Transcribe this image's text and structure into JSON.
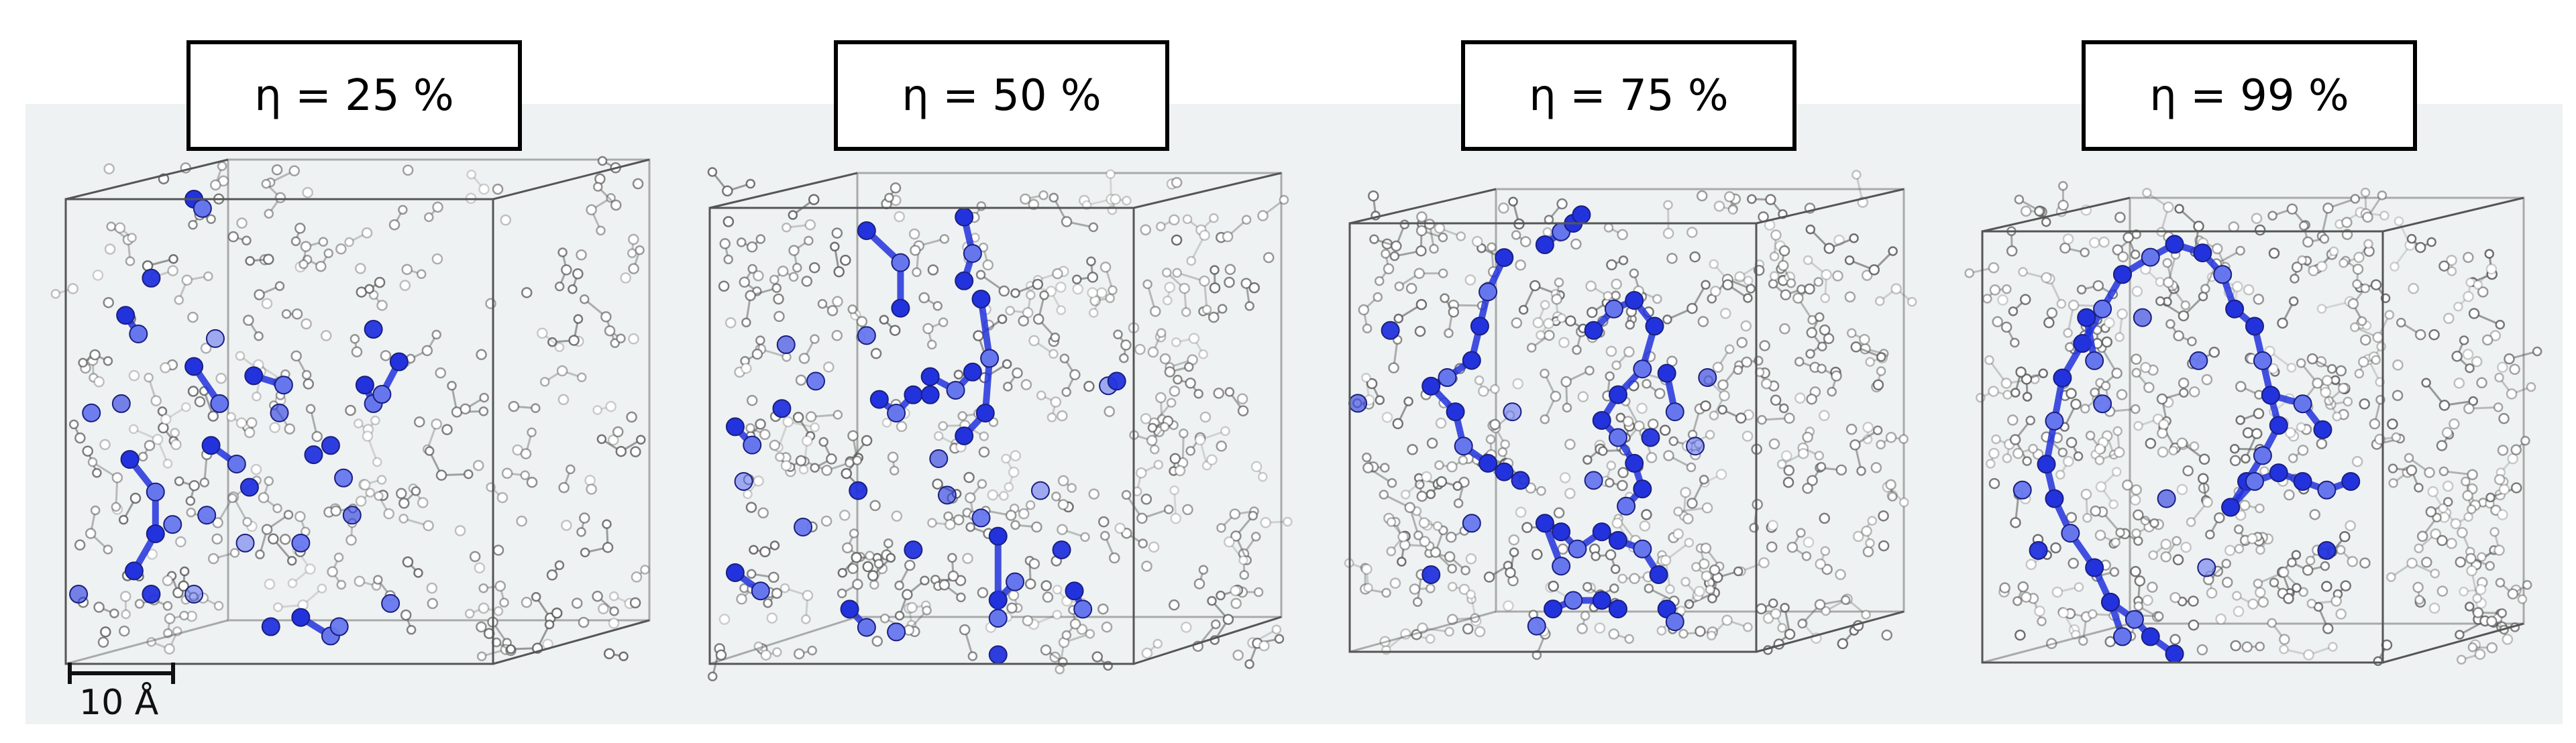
{
  "panels": [
    {
      "label": "η = 25 %",
      "percolation_fraction": 0.25
    },
    {
      "label": "η = 50 %",
      "percolation_fraction": 0.5
    },
    {
      "label": "η = 75 %",
      "percolation_fraction": 0.75
    },
    {
      "label": "η = 99 %",
      "percolation_fraction": 0.99
    }
  ],
  "scale_bar": {
    "label": "10 Å"
  },
  "colors": {
    "background": "#eff2f2",
    "highlight_atom": "#2233dd",
    "highlight_atom_light": "#6677ee",
    "gray_atom": "#555555",
    "box_edge": "#555555"
  }
}
